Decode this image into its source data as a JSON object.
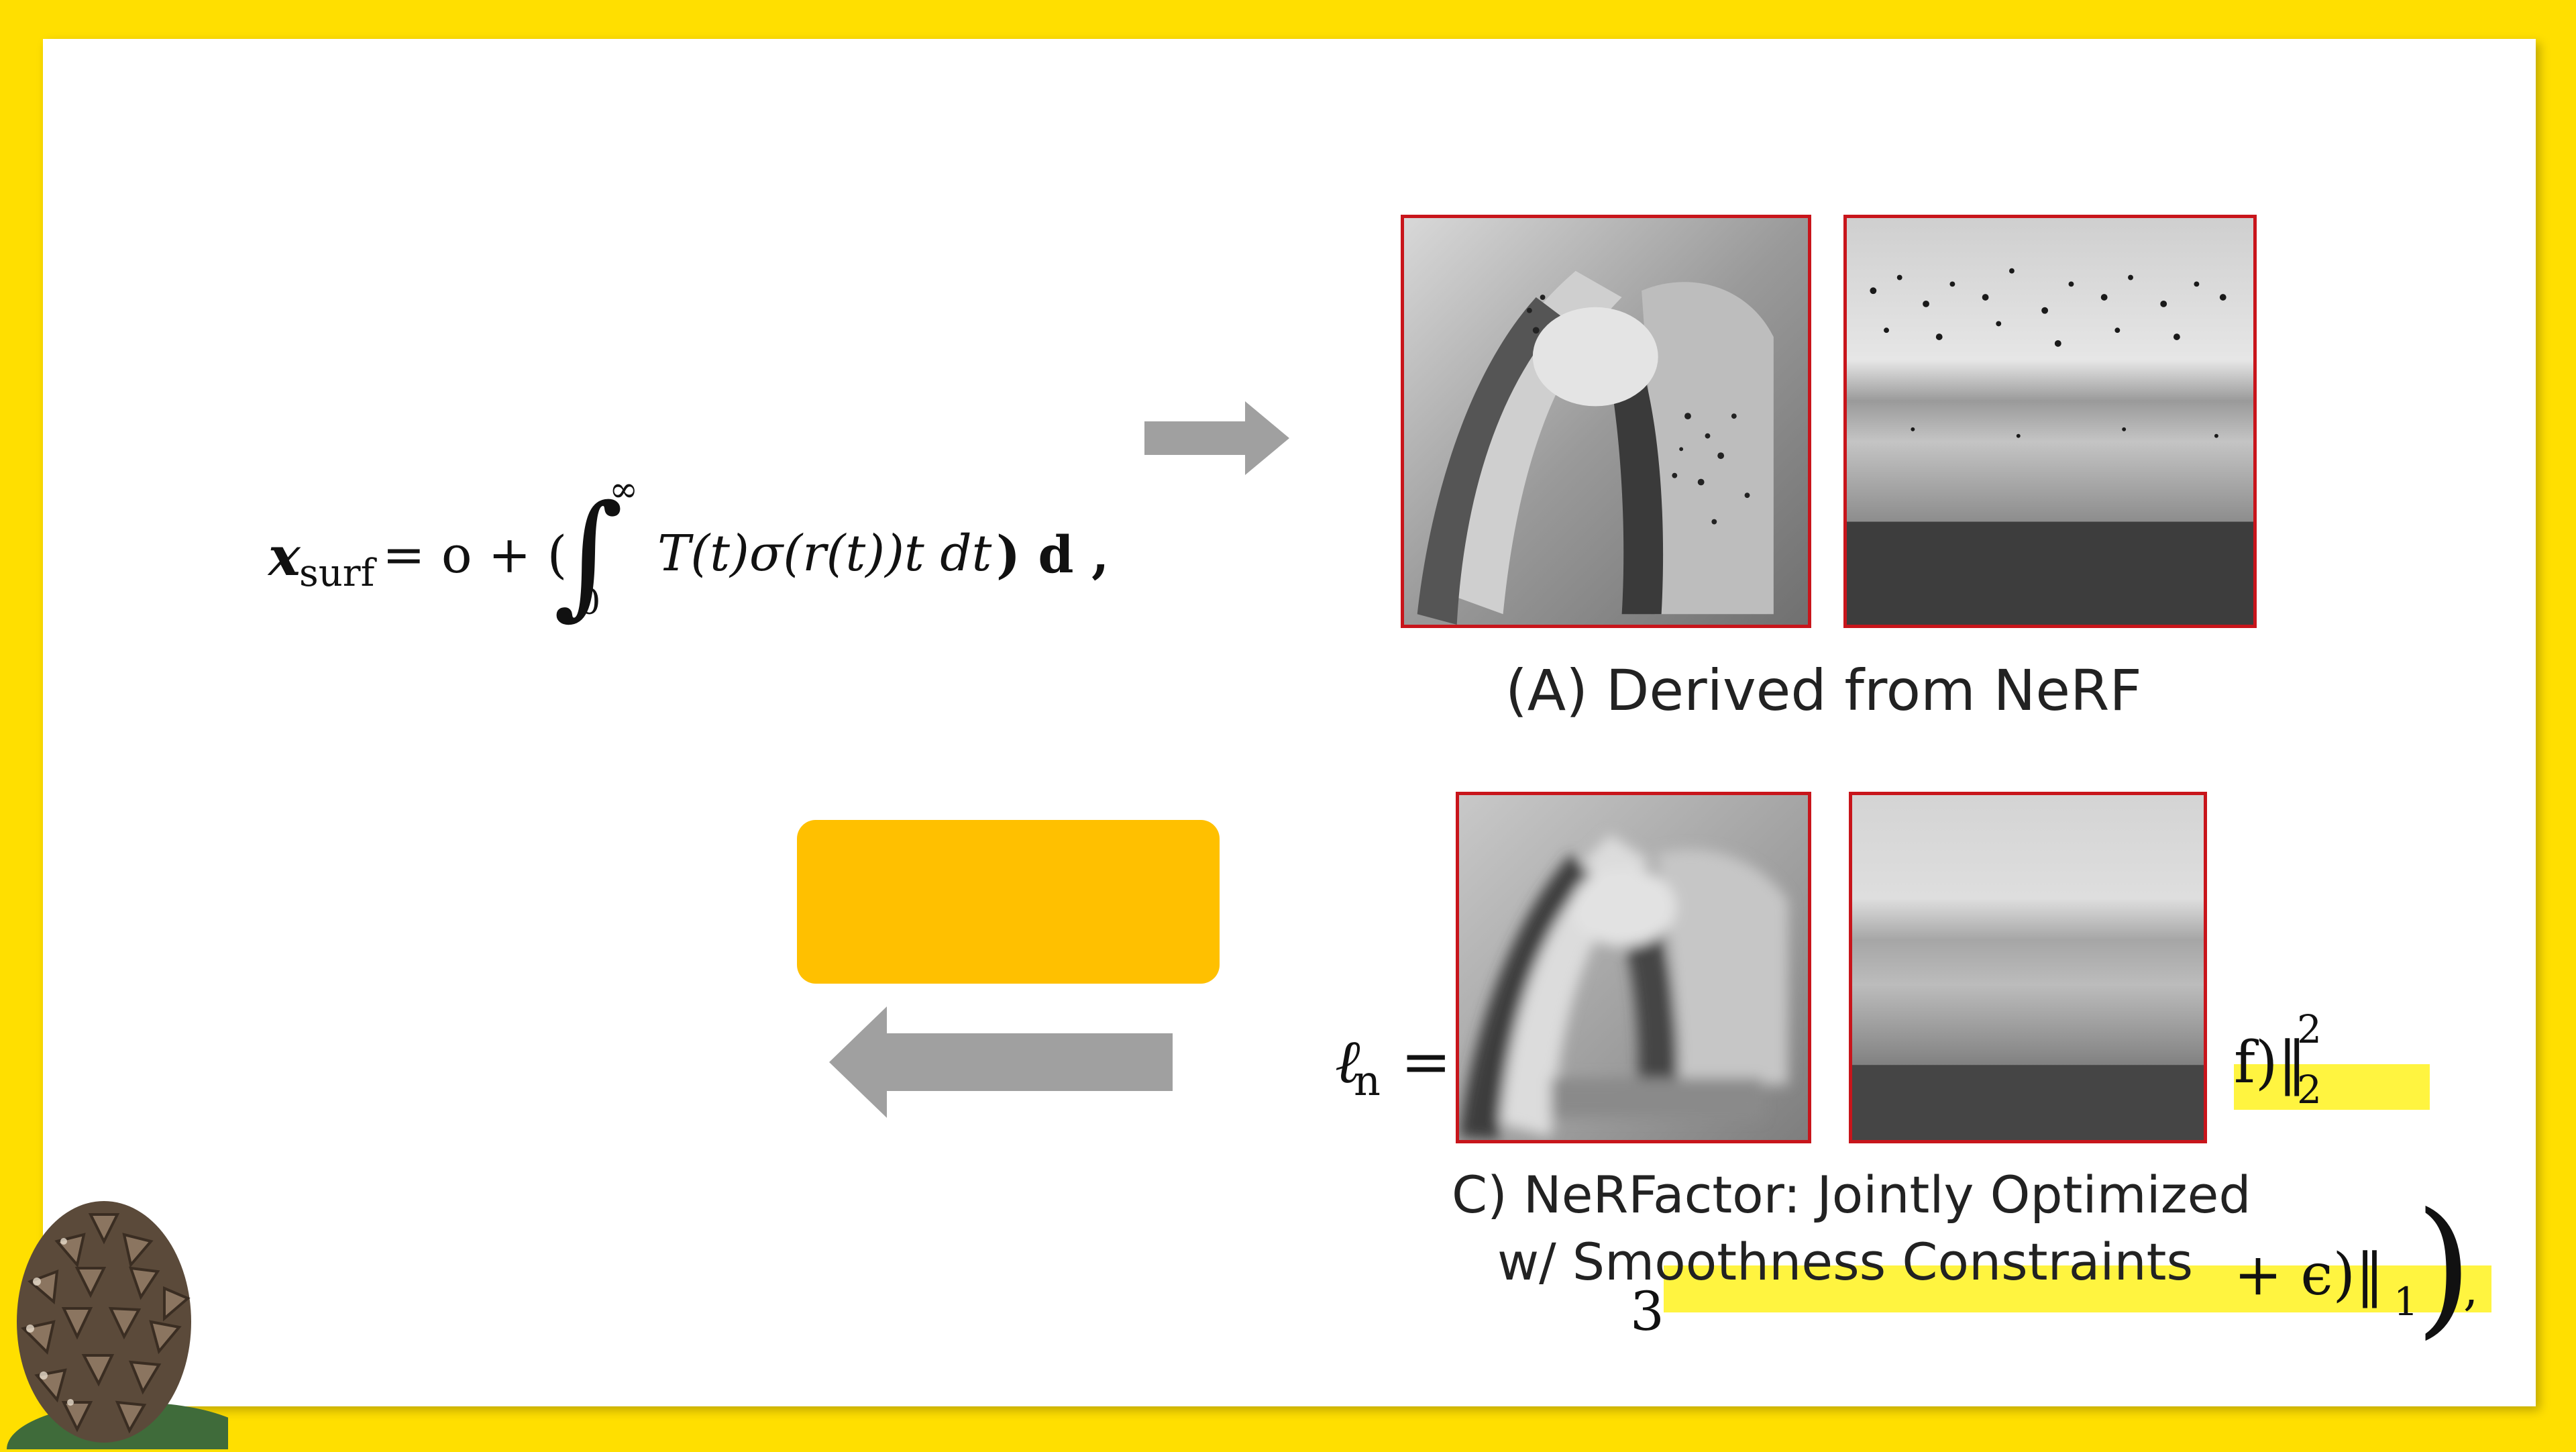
{
  "equation_top": {
    "lhs": "x",
    "lhs_sub": "surf",
    "rhs_text": "= o + (",
    "integral_upper": "∞",
    "integral_lower": "0",
    "integrand": "T(t)σ(r(t))t dt",
    "tail": ") d ,"
  },
  "panel_a": {
    "caption": "(A) Derived from NeRF"
  },
  "panel_c": {
    "caption_line1": "C) NeRFactor: Jointly Optimized",
    "caption_line2": "w/ Smoothness Constraints"
  },
  "loss_equation": {
    "lhs": "ℓ",
    "lhs_sub": "n",
    "equals": "=",
    "frag_right_top": "f)",
    "norm_sup": "2",
    "norm_sub": "2",
    "frag_bottom_left": "3",
    "frag_bottom_right": "+ ϵ)",
    "norm1_sub": "1",
    "trailing": ")",
    "comma": ","
  },
  "colors": {
    "frame": "#FFDF00",
    "box": "#FFC000",
    "arrow": "#A0A0A0",
    "thumb_border": "#c8151b",
    "highlight": "#FFF000"
  },
  "icons": {
    "arrow_right": "arrow-right-icon",
    "arrow_left": "arrow-left-icon",
    "pinecone": "pinecone-image"
  }
}
